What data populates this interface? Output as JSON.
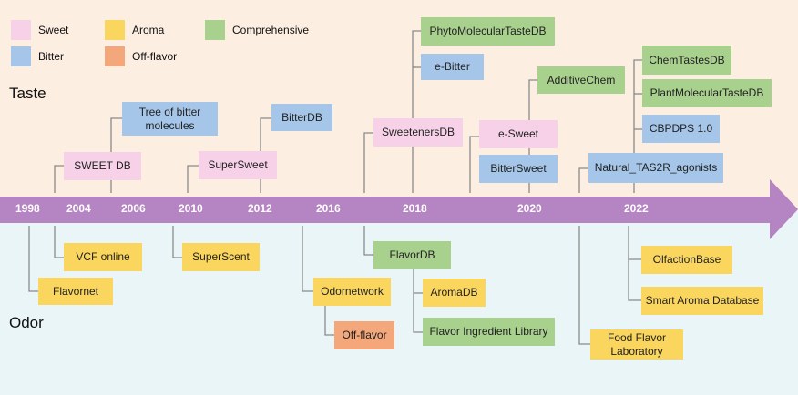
{
  "legend": {
    "sweet": "Sweet",
    "bitter": "Bitter",
    "aroma": "Aroma",
    "off_flavor": "Off-flavor",
    "comprehensive": "Comprehensive"
  },
  "colors": {
    "sweet": "#f6d1e8",
    "bitter": "#a5c6e8",
    "aroma": "#fbd65e",
    "off_flavor": "#f3a77b",
    "comprehensive": "#a9d18e",
    "arrow": "#b584c2"
  },
  "sections": {
    "taste": "Taste",
    "odor": "Odor"
  },
  "years": [
    "1998",
    "2004",
    "2006",
    "2010",
    "2012",
    "2016",
    "2018",
    "2020",
    "2022"
  ],
  "taste_items": {
    "sweet_db": "SWEET DB",
    "tree_bitter": "Tree of bitter molecules",
    "supersweet": "SuperSweet",
    "bitterdb": "BitterDB",
    "sweetenersdb": "SweetenersDB",
    "phyto": "PhytoMolecularTasteDB",
    "ebitter": "e-Bitter",
    "esweet": "e-Sweet",
    "bittersweet": "BitterSweet",
    "additivechem": "AdditiveChem",
    "chemtastesdb": "ChemTastesDB",
    "plantmolecular": "PlantMolecularTasteDB",
    "cbpdps": "CBPDPS 1.0",
    "natural_tas2r": "Natural_TAS2R_agonists"
  },
  "odor_items": {
    "flavornet": "Flavornet",
    "vcf": "VCF online",
    "superscent": "SuperScent",
    "odornetwork": "Odornetwork",
    "offflavor": "Off-flavor",
    "flavordb": "FlavorDB",
    "aromadb": "AromaDB",
    "flavor_ingredient": "Flavor Ingredient Library",
    "food_flavor_lab": "Food Flavor Laboratory",
    "olfactionbase": "OlfactionBase",
    "smart_aroma": "Smart Aroma Database"
  }
}
